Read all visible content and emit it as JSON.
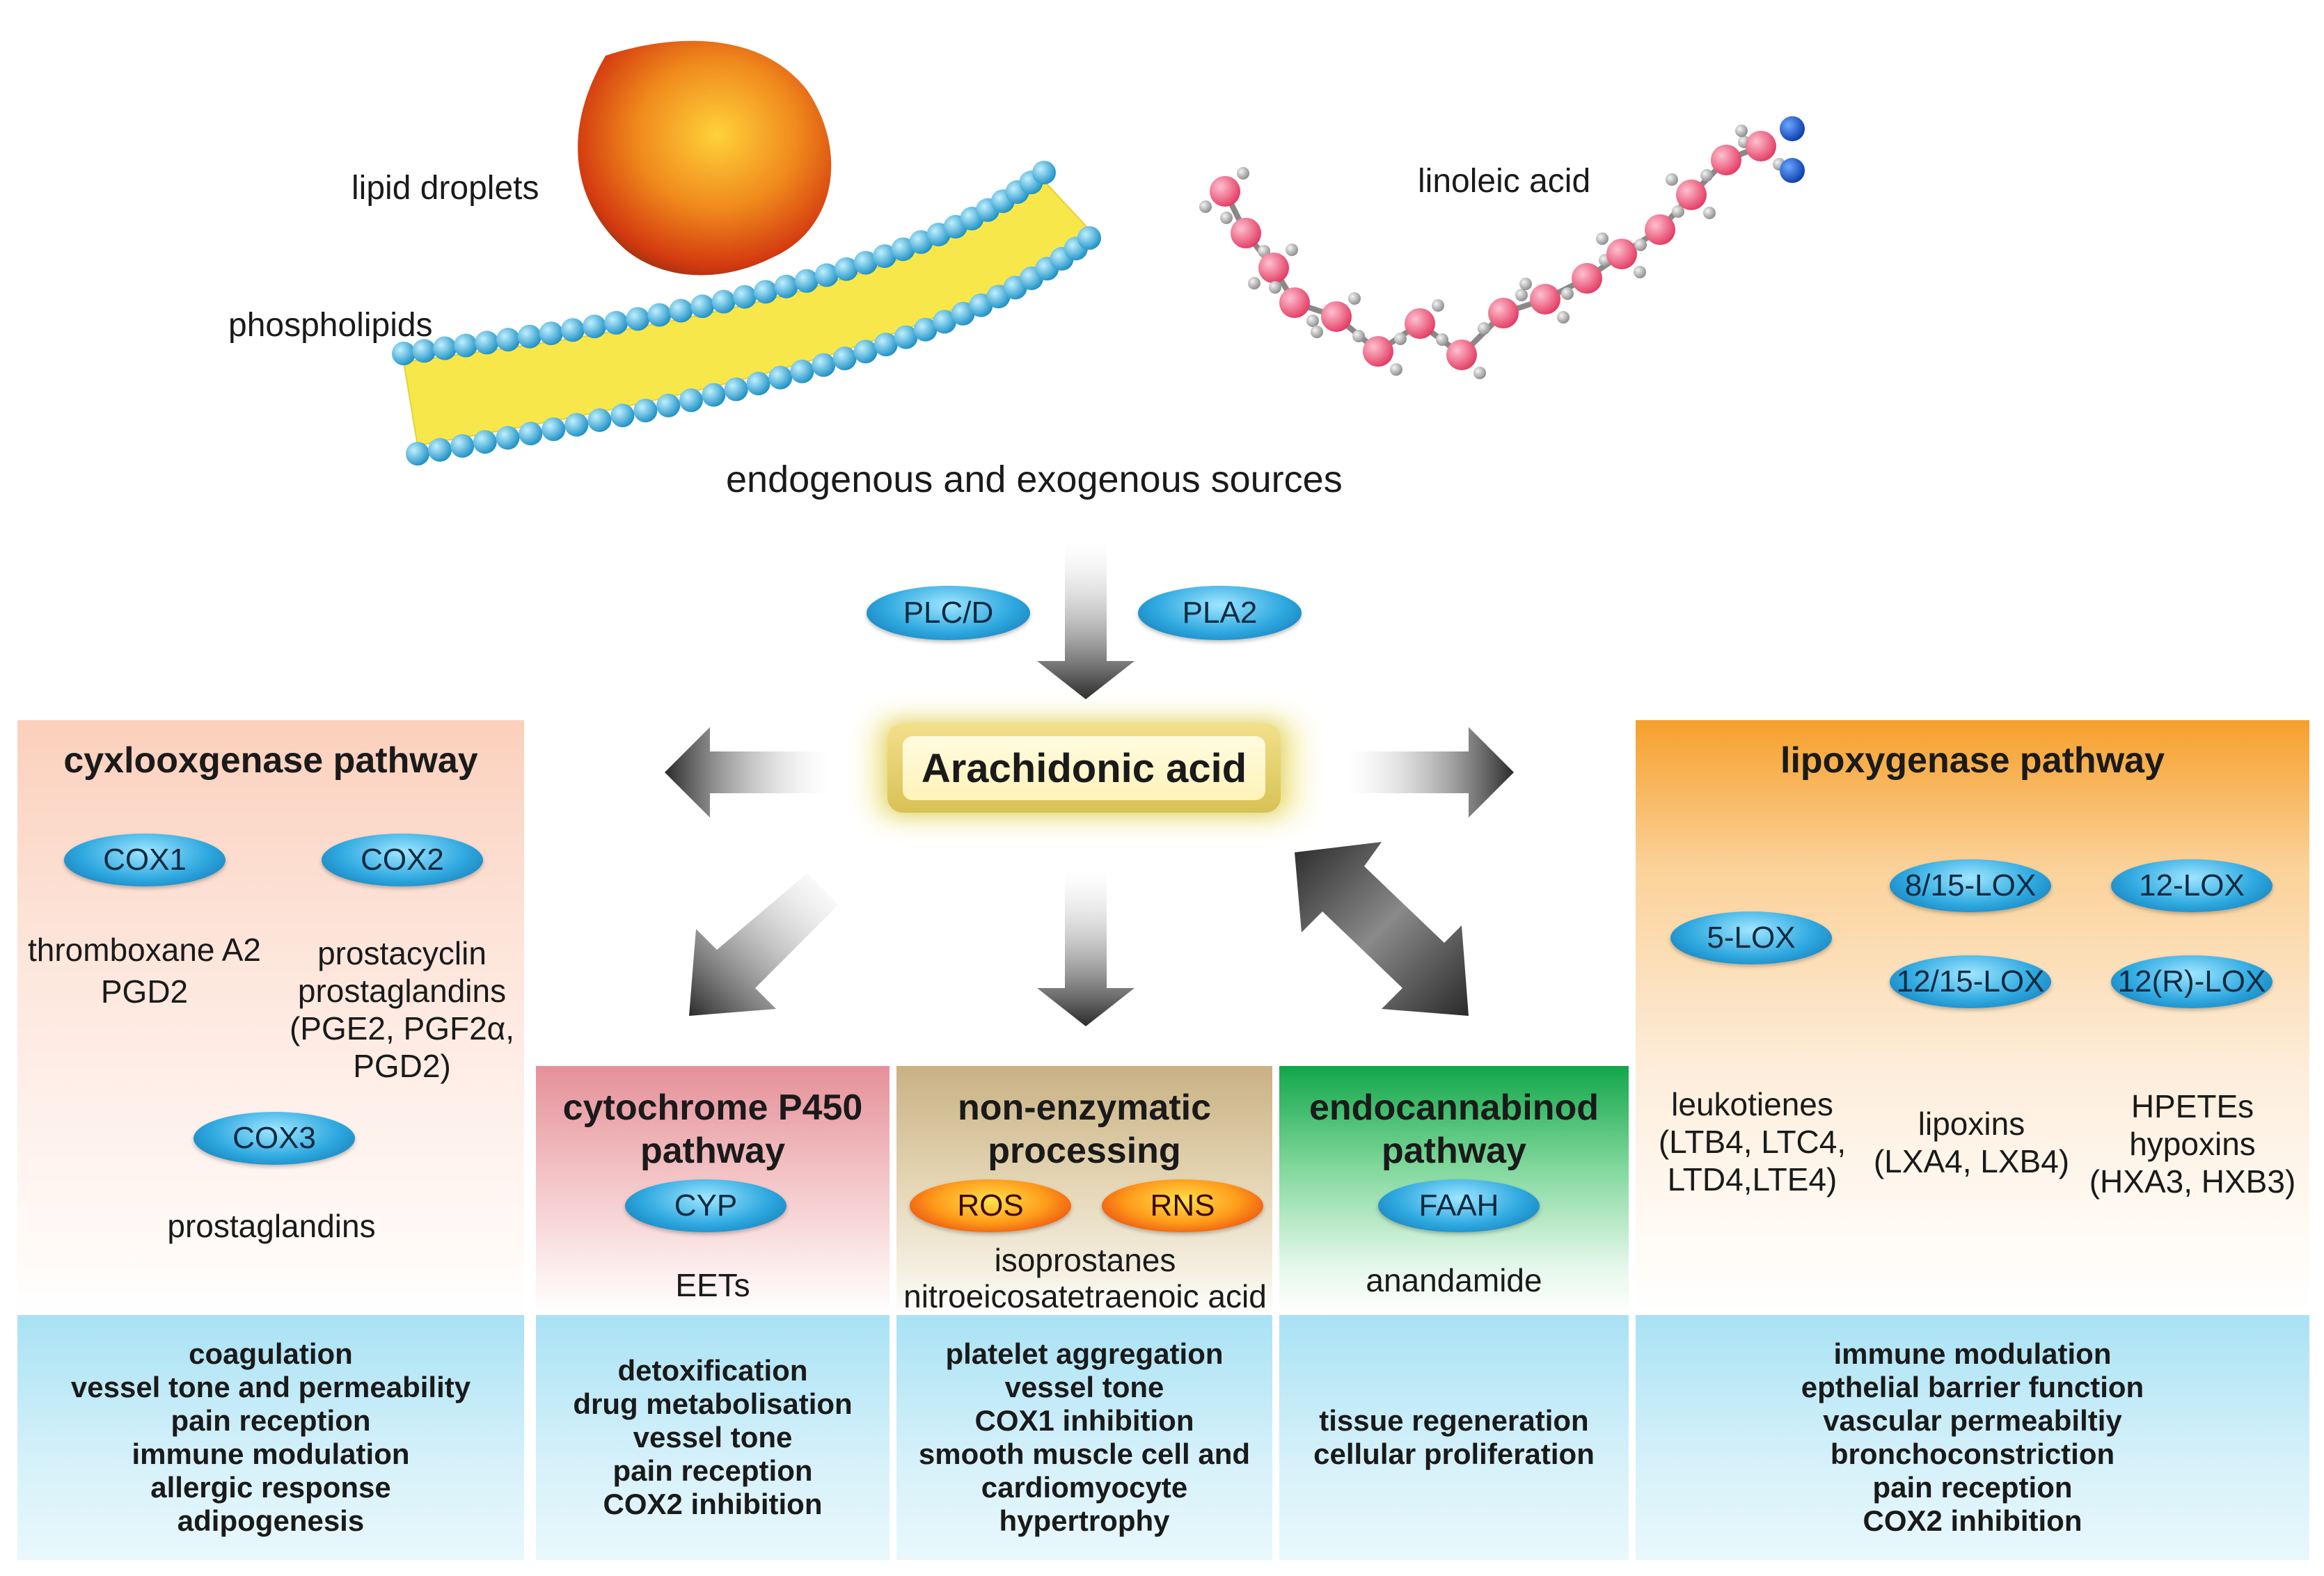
{
  "sources": {
    "lipid_droplets": "lipid droplets",
    "phospholipids": "phospholipids",
    "linoleic_acid": "linoleic acid",
    "caption": "endogenous and exogenous sources"
  },
  "enzymes_top": {
    "plc": "PLC/D",
    "pla2": "PLA2"
  },
  "center": "Arachidonic acid",
  "cox": {
    "title": "cyxlooxgenase pathway",
    "cox1": "COX1",
    "cox2": "COX2",
    "cox3": "COX3",
    "cox1_products": [
      "thromboxane A2",
      "PGD2"
    ],
    "cox2_products": [
      "prostacyclin",
      "prostaglandins",
      "(PGE2, PGF2α,",
      "PGD2)"
    ],
    "cox3_products": "prostaglandins",
    "functions": [
      "coagulation",
      "vessel tone and permeability",
      "pain reception",
      "immune modulation",
      "allergic response",
      "adipogenesis"
    ]
  },
  "cyp": {
    "title_1": "cytochrome P450",
    "title_2": "pathway",
    "enzyme": "CYP",
    "product": "EETs",
    "functions": [
      "detoxification",
      "drug metabolisation",
      "vessel tone",
      "pain reception",
      "COX2 inhibition"
    ]
  },
  "nonenz": {
    "title_1": "non-enzymatic",
    "title_2": "processing",
    "ros": "ROS",
    "rns": "RNS",
    "products": [
      "isoprostanes",
      "nitroeicosatetraenoic acid"
    ],
    "functions": [
      "platelet aggregation",
      "vessel tone",
      "COX1 inhibition",
      "smooth muscle cell and",
      "cardiomyocyte",
      "hypertrophy"
    ]
  },
  "endo": {
    "title_1": "endocannabinod",
    "title_2": "pathway",
    "enzyme": "FAAH",
    "product": "anandamide",
    "functions": [
      "tissue regeneration",
      "cellular proliferation"
    ]
  },
  "lox": {
    "title": "lipoxygenase pathway",
    "lox5": "5-LOX",
    "lox815": "8/15-LOX",
    "lox12": "12-LOX",
    "lox1215": "12/15-LOX",
    "lox12r": "12(R)-LOX",
    "prod_a": [
      "leukotienes",
      "(LTB4, LTC4,",
      "LTD4,LTE4)"
    ],
    "prod_b": [
      "lipoxins",
      "(LXA4, LXB4)"
    ],
    "prod_c": [
      "HPETEs",
      "hypoxins",
      "(HXA3, HXB3)"
    ],
    "functions": [
      "immune modulation",
      "epthelial barrier function",
      "vascular permeabiltiy",
      "bronchoconstriction",
      "pain reception",
      "COX2 inhibition"
    ]
  },
  "colors": {
    "pill_blue": "#2fa9e0",
    "cox_panel": "#fbd8c8",
    "cyp_panel": "#e89aa3",
    "nonenz_panel": "#cdb78e",
    "endo_panel": "#22b04f",
    "lox_panel": "#f7a12c",
    "function_band": "#a9e2f4"
  }
}
